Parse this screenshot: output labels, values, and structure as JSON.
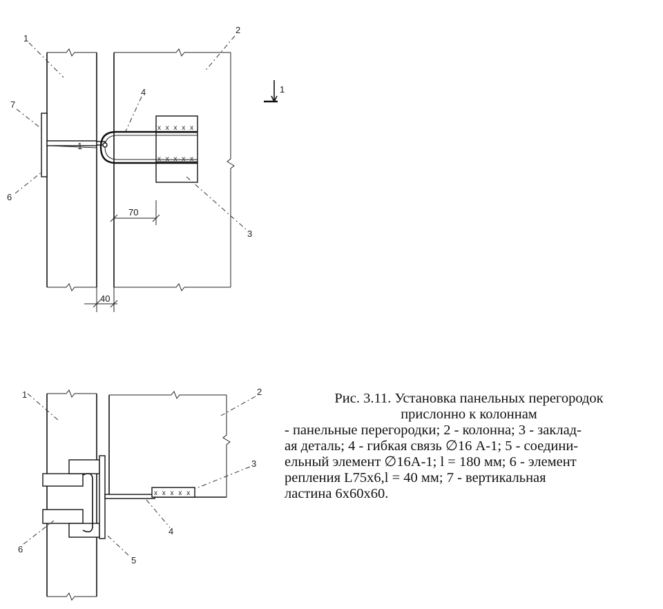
{
  "caption": {
    "title_line1": "Рис. 3.11. Установка панельных перегородок",
    "title_line2": "прислонно к колоннам",
    "body_line1": "- панельные перегородки; 2 - колонна; 3 - заклад-",
    "body_line2": "ая деталь; 4 - гибкая связь ∅16 А-1; 5 - соедини-",
    "body_line3": "ельный элемент ∅16А-1; l = 180 мм; 6 - элемент",
    "body_line4": "репления L75x6,l = 40 мм; 7 - вертикальная",
    "body_line5": "ластина 6x60x60."
  },
  "top_view": {
    "labels": {
      "panel": "1",
      "column": "2",
      "embed": "3",
      "tie": "4",
      "angle": "6",
      "plate": "7"
    },
    "section_mark": "1",
    "dim_gap": "40",
    "dim_offset": "70",
    "tie_mark": "1",
    "cross_marks": "x x x x x"
  },
  "bottom_view": {
    "labels": {
      "panel": "1",
      "column": "2",
      "embed": "3",
      "tie": "4",
      "connector": "5",
      "angle": "6"
    },
    "cross_marks": "x x x x x"
  }
}
